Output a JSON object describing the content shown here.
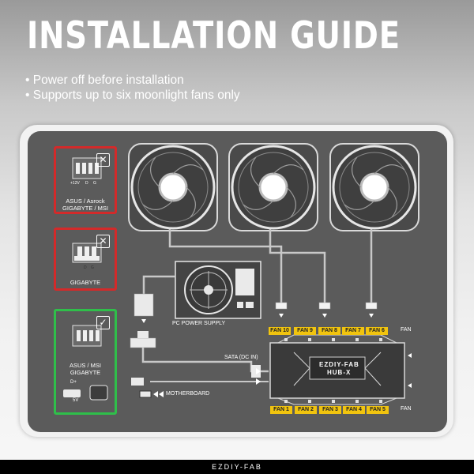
{
  "title": "INSTALLATION GUIDE",
  "bullets": [
    "Power off before installation",
    "Supports up to six moonlight fans only"
  ],
  "panels": [
    {
      "label_lines": [
        "ASUS / Asrock",
        "GIGABYTE / MSI"
      ],
      "status": "incorrect",
      "status_icon": "✕"
    },
    {
      "label_lines": [
        "GIGABYTE"
      ],
      "status": "incorrect",
      "status_icon": "✕"
    },
    {
      "label_lines": [
        "ASUS / MSI",
        "GIGABYTE"
      ],
      "status": "correct",
      "status_icon": "✓"
    }
  ],
  "pin_labels": {
    "p1": "+12V",
    "p2": "D",
    "p3": "G",
    "panel3_d": "D+",
    "panel3_v": "5V"
  },
  "labels": {
    "pc_power_supply": "PC POWER SUPPLY",
    "sata": "SATA (DC IN)",
    "motherboard": "MOTHERBOARD",
    "fan": "FAN"
  },
  "fans_top": [
    "FAN 10",
    "FAN 9",
    "FAN 8",
    "FAN 7",
    "FAN 6"
  ],
  "fans_bottom": [
    "FAN 1",
    "FAN 2",
    "FAN 3",
    "FAN 4",
    "FAN 5"
  ],
  "hub": {
    "brand": "EZDIY-FAB",
    "model": "HUB-X"
  },
  "footer": "EZDIY-FAB",
  "colors": {
    "incorrect": "#d32a2a",
    "correct": "#2fbf4a",
    "fan_label": "#f1c40f"
  }
}
